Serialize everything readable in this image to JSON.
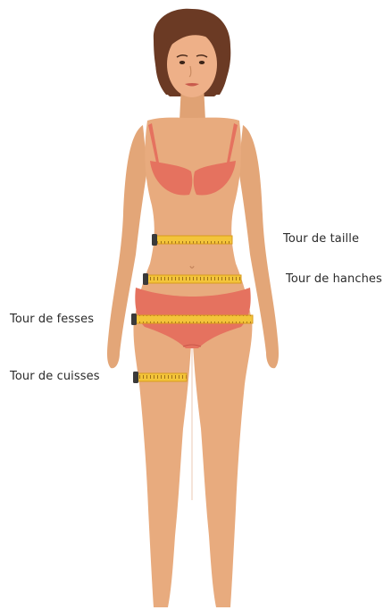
{
  "labels": {
    "waist": "Tour de taille",
    "hips": "Tour de hanches",
    "buttocks": "Tour de fesses",
    "thigh": "Tour de cuisses"
  },
  "colors": {
    "skin": "#e8ab7e",
    "skin_shadow": "#d8956a",
    "hair": "#6b3a24",
    "underwear": "#e5725f",
    "tape": "#f3c43a",
    "tape_edge": "#d99b1c",
    "tape_end": "#3a3a3a"
  },
  "icons": {
    "figure": "woman-body-measurements-illustration",
    "tape": "measuring-tape-icon"
  }
}
